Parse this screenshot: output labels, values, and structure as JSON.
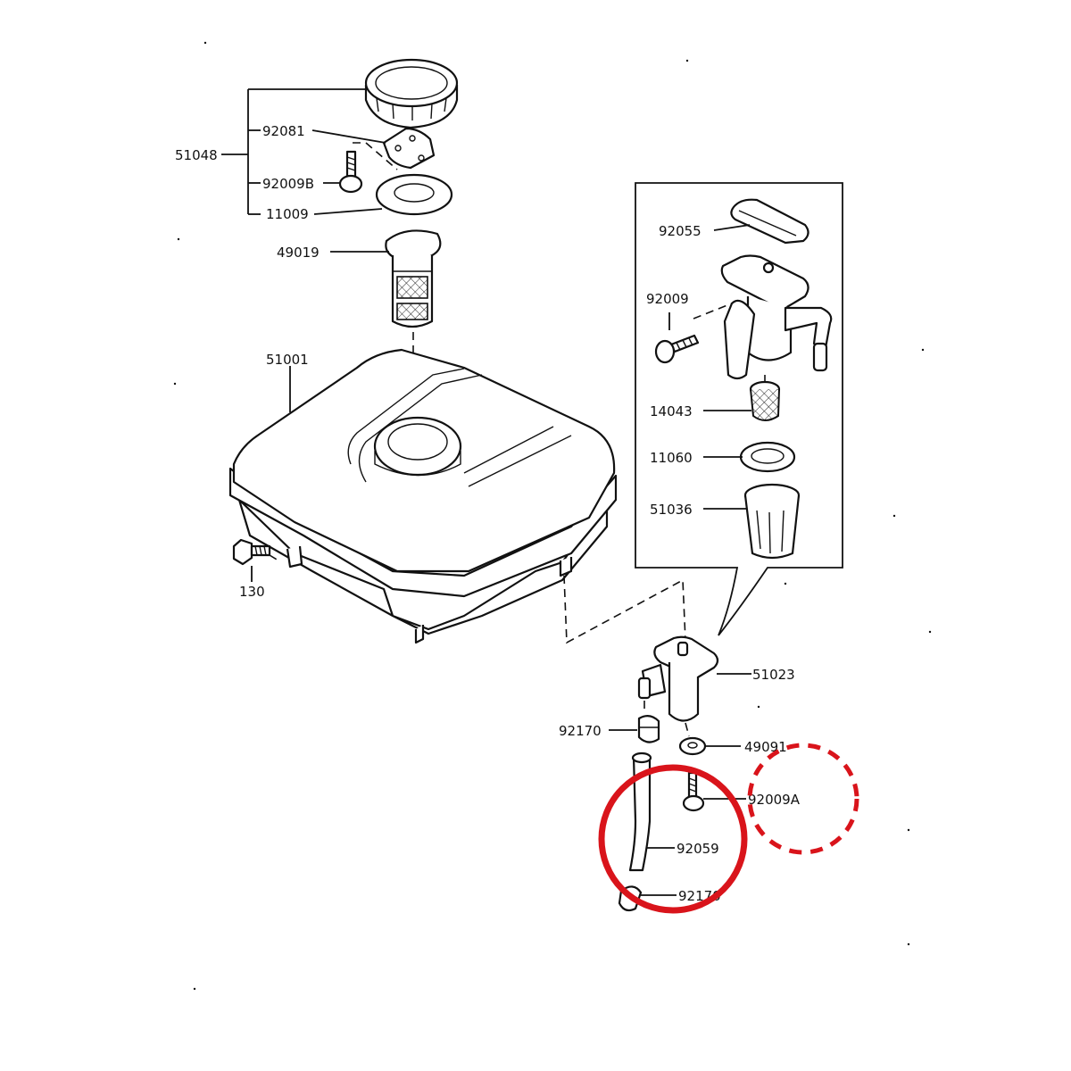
{
  "labels": {
    "p51048": "51048",
    "p92081": "92081",
    "p92009B": "92009B",
    "p11009": "11009",
    "p49019": "49019",
    "p51001": "51001",
    "p130": "130",
    "p92055": "92055",
    "p92009": "92009",
    "p14043": "14043",
    "p11060": "11060",
    "p51036": "51036",
    "p51023": "51023",
    "p92170": "92170",
    "p49091": "49091",
    "p92009A": "92009A",
    "p92059": "92059",
    "p92170b": "92170"
  },
  "colors": {
    "line_art": "#111111",
    "highlight_solid": "#d9141b",
    "highlight_dashed": "#d9141b",
    "background": "#ffffff"
  }
}
